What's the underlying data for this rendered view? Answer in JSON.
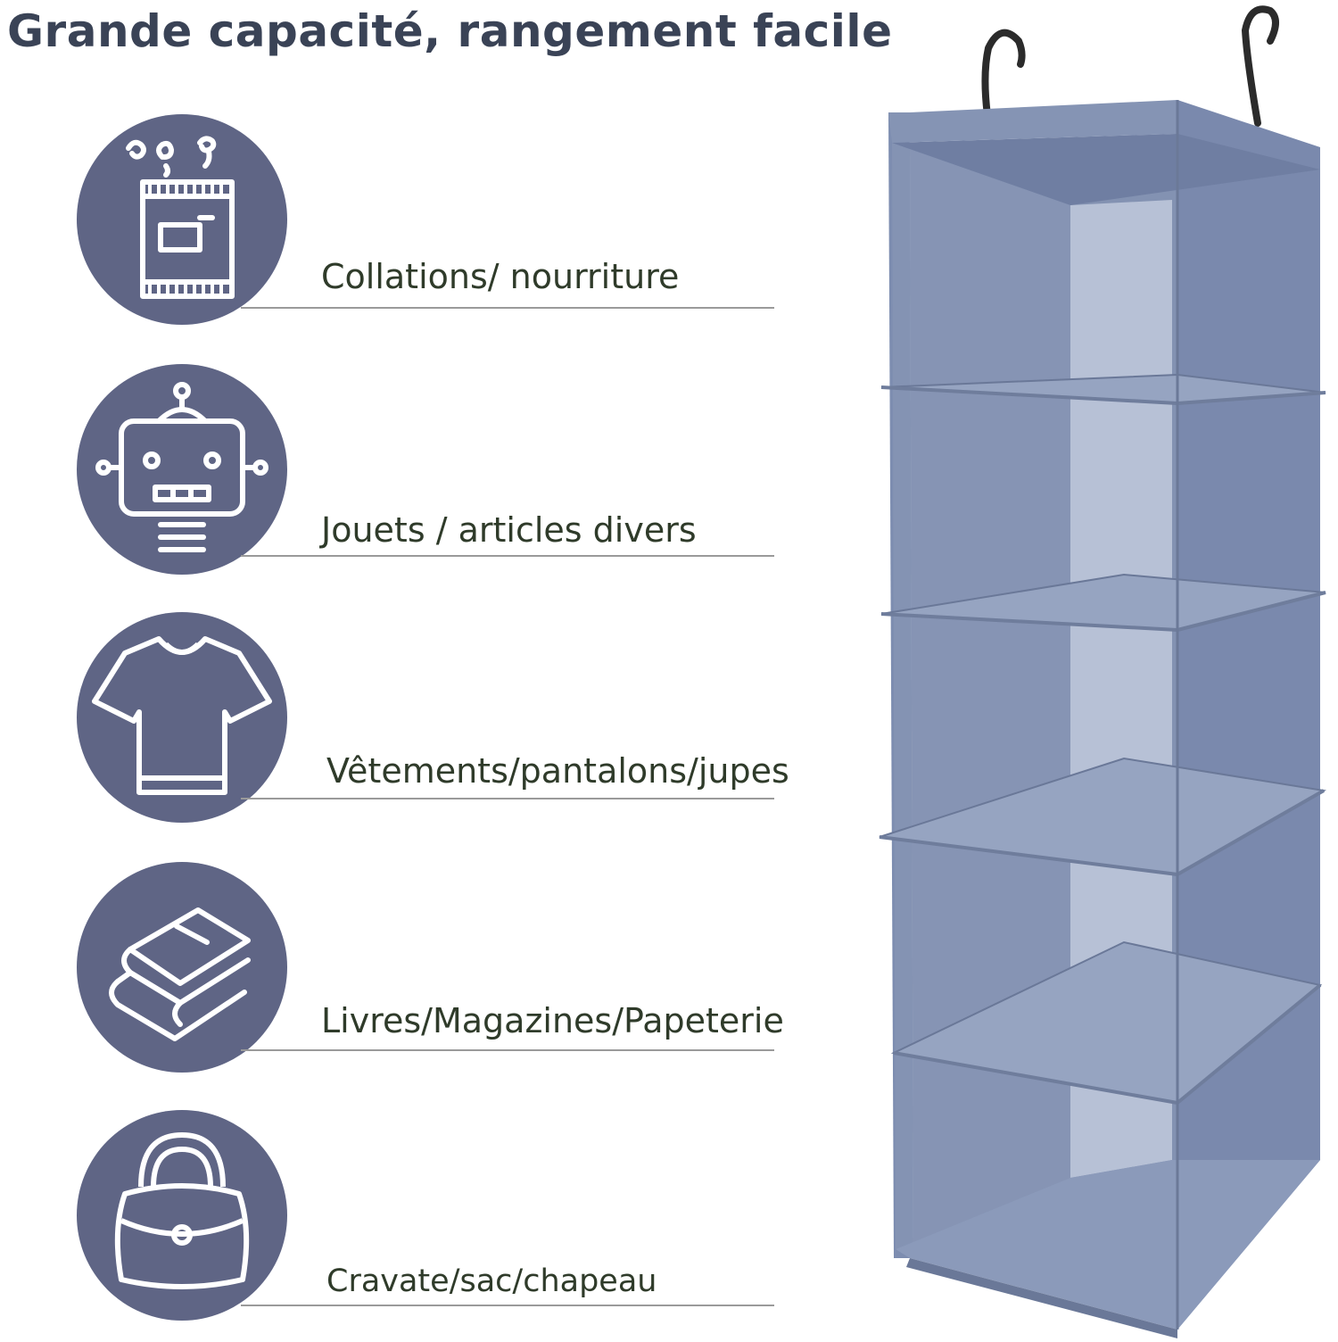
{
  "title": "Grande capacité, rangement facile",
  "colors": {
    "title": "#3a4356",
    "icon_circle": "#5f6585",
    "icon_stroke": "#ffffff",
    "label_text": "#2f3b2a",
    "rule": "#9a9a9a",
    "organizer_fabric": "#7f8fad"
  },
  "features": [
    {
      "icon": "snack-bag-icon",
      "label": "Collations/ nourriture"
    },
    {
      "icon": "robot-toy-icon",
      "label": "Jouets / articles divers"
    },
    {
      "icon": "tshirt-icon",
      "label": "Vêtements/pantalons/jupes"
    },
    {
      "icon": "books-icon",
      "label": "Livres/Magazines/Papeterie"
    },
    {
      "icon": "handbag-icon",
      "label": "Cravate/sac/chapeau"
    }
  ],
  "product": {
    "image": "hanging-closet-organizer-5-shelves"
  }
}
